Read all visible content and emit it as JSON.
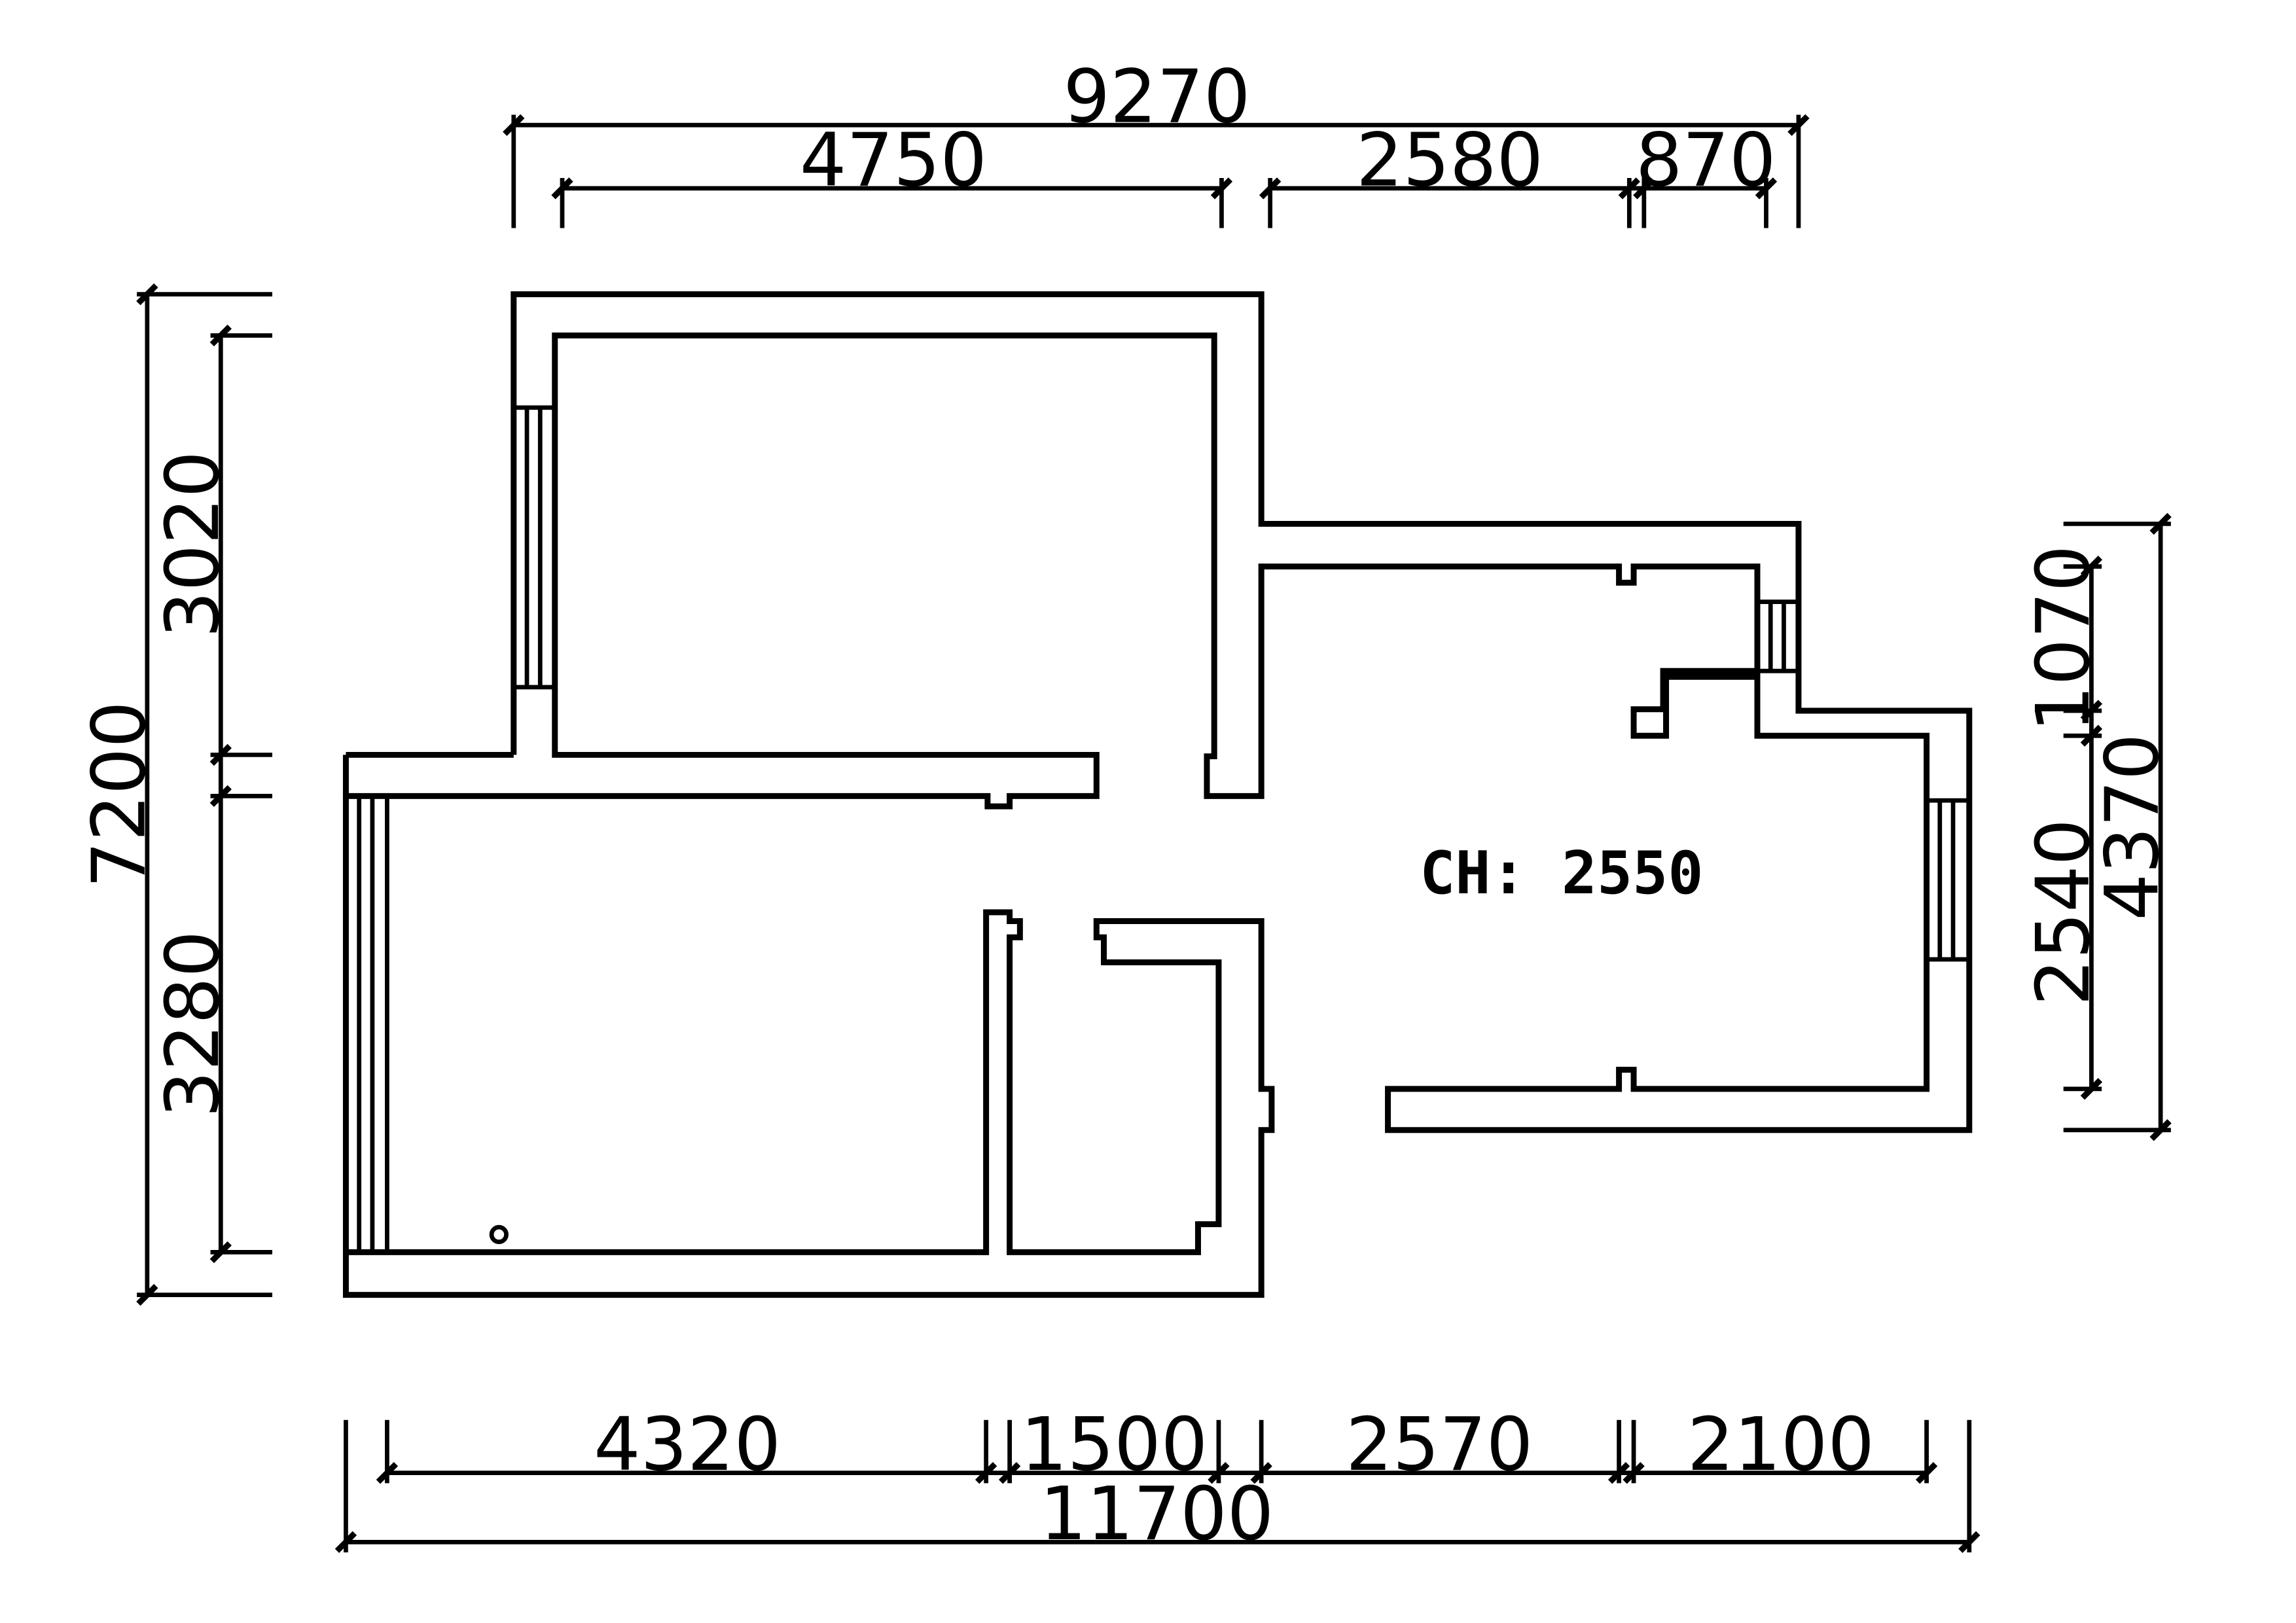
{
  "dimensions": {
    "top_total": "9270",
    "top_a": "4750",
    "top_b": "2580",
    "top_c": "870",
    "bottom_total": "11700",
    "bottom_a": "4320",
    "bottom_b": "1500",
    "bottom_c": "2570",
    "bottom_d": "2100",
    "left_total": "7200",
    "left_upper": "3020",
    "left_lower": "3280",
    "right_total": "4370",
    "right_upper": "1070",
    "right_lower": "2540"
  },
  "room_label": "CH: 2550"
}
